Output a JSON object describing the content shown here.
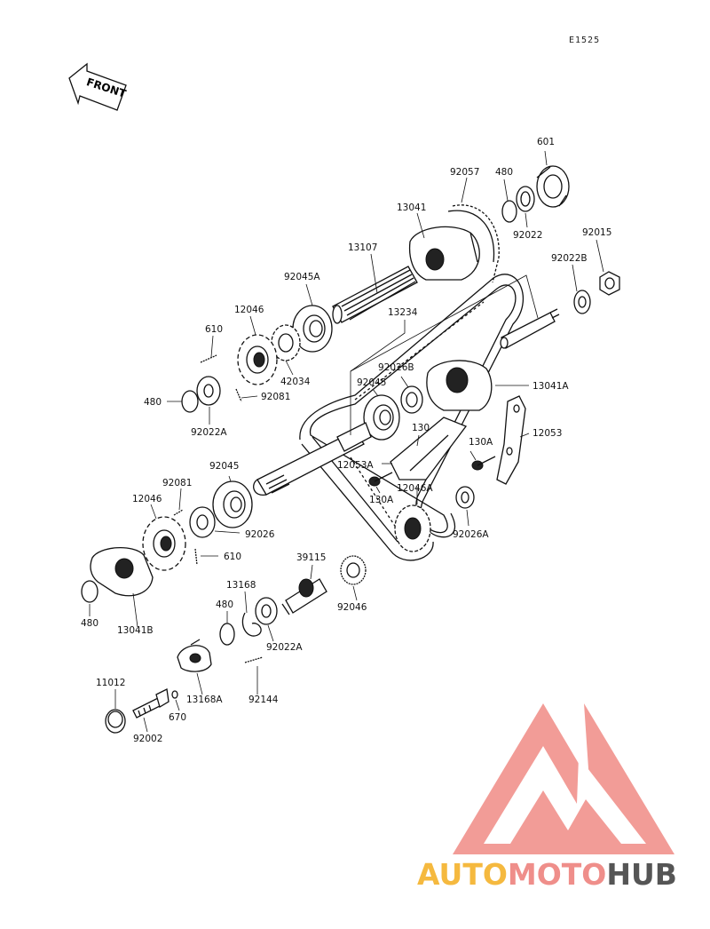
{
  "drawing_code": "E1525",
  "front_label": "FRONT",
  "brand": {
    "part1": "AUTO",
    "part2": "MOTO",
    "part3": "HUB",
    "colors": {
      "auto": "#f5b93f",
      "moto": "#ef8e8a",
      "hub": "#555555",
      "logo": "#f08b85"
    }
  },
  "parts": [
    {
      "label": "601"
    },
    {
      "label": "92057"
    },
    {
      "label": "480"
    },
    {
      "label": "13041"
    },
    {
      "label": "92022"
    },
    {
      "label": "92015"
    },
    {
      "label": "13107"
    },
    {
      "label": "92022B"
    },
    {
      "label": "92045A"
    },
    {
      "label": "12046"
    },
    {
      "label": "13234"
    },
    {
      "label": "610"
    },
    {
      "label": "92026B"
    },
    {
      "label": "92045"
    },
    {
      "label": "13041A"
    },
    {
      "label": "42034"
    },
    {
      "label": "480"
    },
    {
      "label": "92081"
    },
    {
      "label": "92022A"
    },
    {
      "label": "130"
    },
    {
      "label": "12053"
    },
    {
      "label": "130A"
    },
    {
      "label": "92045"
    },
    {
      "label": "12053A"
    },
    {
      "label": "92081"
    },
    {
      "label": "12046A"
    },
    {
      "label": "12046"
    },
    {
      "label": "130A"
    },
    {
      "label": "92026"
    },
    {
      "label": "92026A"
    },
    {
      "label": "610"
    },
    {
      "label": "39115"
    },
    {
      "label": "13168"
    },
    {
      "label": "92046"
    },
    {
      "label": "480"
    },
    {
      "label": "480"
    },
    {
      "label": "13041B"
    },
    {
      "label": "92022A"
    },
    {
      "label": "11012"
    },
    {
      "label": "13168A"
    },
    {
      "label": "92144"
    },
    {
      "label": "670"
    },
    {
      "label": "92002"
    }
  ]
}
